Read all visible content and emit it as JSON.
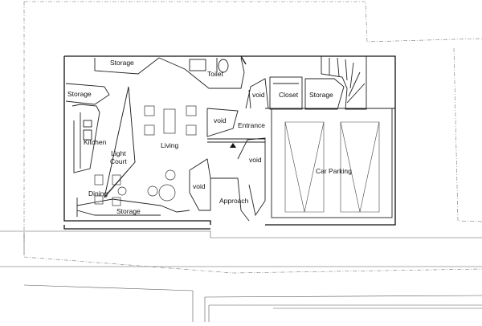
{
  "rooms": {
    "storage_top": "Storage",
    "toilet": "Toilet",
    "storage_left": "Storage",
    "void_north": "void",
    "closet": "Closet",
    "storage_stair": "Storage",
    "void_center": "void",
    "entrance": "Entrance",
    "kitchen": "Kitchen",
    "light_court": "Light\nCourt",
    "living": "Living",
    "void_east": "void",
    "car_parking": "Car Parking",
    "void_south": "void",
    "dining": "Dining",
    "storage_bottom": "Storage",
    "approach": "Approach"
  }
}
